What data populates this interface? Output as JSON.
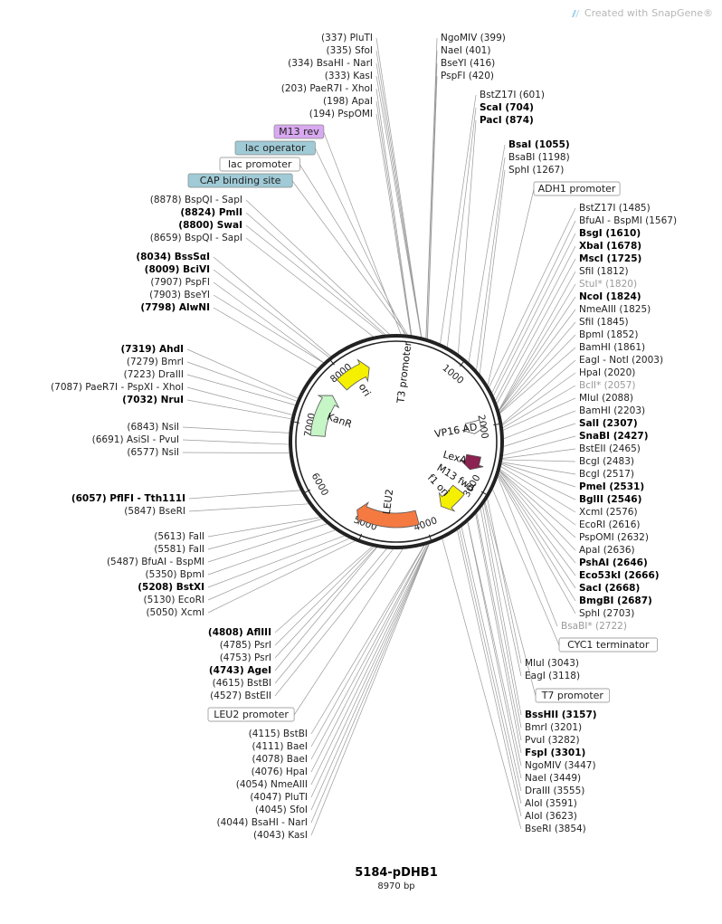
{
  "credit": {
    "prefix": "Created with",
    "brand": "SnapGene®"
  },
  "plasmid": {
    "name": "5184-pDHB1",
    "size": "8970 bp",
    "length": 8970
  },
  "ticks": [
    "1000",
    "2000",
    "3000",
    "4000",
    "5000",
    "6000",
    "7000",
    "8000"
  ],
  "features": [
    {
      "name": "T3 promoter",
      "start": 165,
      "end": 185,
      "type": "line",
      "color": "#ffffff"
    },
    {
      "name": "VP16 AD",
      "start": 1880,
      "end": 2100,
      "type": "arrow",
      "color": "#ffffff"
    },
    {
      "name": "LexA",
      "start": 2500,
      "end": 2760,
      "type": "arrow",
      "color": "#8b2252"
    },
    {
      "name": "M13 fwd",
      "start": 3020,
      "end": 3040,
      "type": "line",
      "color": "#ffffff"
    },
    {
      "name": "f1 ori",
      "start": 3180,
      "end": 3620,
      "type": "arrow",
      "color": "#f5f000"
    },
    {
      "name": "LEU2",
      "start": 4100,
      "end": 5230,
      "type": "arrow",
      "color": "#f47a42"
    },
    {
      "name": "KanR",
      "start": 6830,
      "end": 7620,
      "type": "arrow",
      "color": "#c6f5c6"
    },
    {
      "name": "ori",
      "start": 7880,
      "end": 8470,
      "type": "arrow",
      "color": "#f5f000"
    }
  ],
  "boxed_labels": [
    {
      "text": "M13 rev",
      "color": "#d8a8f0"
    },
    {
      "text": "lac operator",
      "color": "#9fcad6"
    },
    {
      "text": "lac promoter",
      "color": "#ffffff"
    },
    {
      "text": "CAP binding site",
      "color": "#9fcad6"
    },
    {
      "text": "ADH1 promoter",
      "color": "#ffffff"
    },
    {
      "text": "CYC1 terminator",
      "color": "#ffffff"
    },
    {
      "text": "T7 promoter",
      "color": "#ffffff"
    },
    {
      "text": "LEU2 promoter",
      "color": "#ffffff"
    }
  ],
  "sites": {
    "top": [
      {
        "text": "(337)  PluTI",
        "style": "n"
      },
      {
        "text": "(335)  SfoI",
        "style": "n"
      },
      {
        "text": "(334)  BsaHI - NarI",
        "style": "n"
      },
      {
        "text": "(333)  KasI",
        "style": "n"
      },
      {
        "text": "(203)  PaeR7I - XhoI",
        "style": "n"
      },
      {
        "text": "(198)  ApaI",
        "style": "n"
      },
      {
        "text": "(194)  PspOMI",
        "style": "n"
      }
    ],
    "right": [
      {
        "text": "NgoMIV  (399)",
        "style": "n"
      },
      {
        "text": "NaeI  (401)",
        "style": "n"
      },
      {
        "text": "BseYI  (416)",
        "style": "n"
      },
      {
        "text": "PspFI  (420)",
        "style": "n"
      },
      {
        "text": "BstZ17I  (601)",
        "style": "n"
      },
      {
        "text": "ScaI  (704)",
        "style": "b"
      },
      {
        "text": "PacI  (874)",
        "style": "b"
      },
      {
        "text": "BsaI  (1055)",
        "style": "b"
      },
      {
        "text": "BsaBI  (1198)",
        "style": "n"
      },
      {
        "text": "SphI  (1267)",
        "style": "n"
      },
      {
        "text": "BstZ17I  (1485)",
        "style": "n"
      },
      {
        "text": "BfuAI - BspMI  (1567)",
        "style": "n"
      },
      {
        "text": "BsgI  (1610)",
        "style": "b"
      },
      {
        "text": "XbaI  (1678)",
        "style": "b"
      },
      {
        "text": "MscI  (1725)",
        "style": "b"
      },
      {
        "text": "SfiI  (1812)",
        "style": "n"
      },
      {
        "text": "StuI*  (1820)",
        "style": "g"
      },
      {
        "text": "NcoI  (1824)",
        "style": "b"
      },
      {
        "text": "NmeAIII  (1825)",
        "style": "n"
      },
      {
        "text": "SfiI  (1845)",
        "style": "n"
      },
      {
        "text": "BpmI  (1852)",
        "style": "n"
      },
      {
        "text": "BamHI  (1861)",
        "style": "n"
      },
      {
        "text": "EagI - NotI  (2003)",
        "style": "n"
      },
      {
        "text": "HpaI  (2020)",
        "style": "n"
      },
      {
        "text": "BclI*  (2057)",
        "style": "g"
      },
      {
        "text": "MluI  (2088)",
        "style": "n"
      },
      {
        "text": "BamHI  (2203)",
        "style": "n"
      },
      {
        "text": "SalI  (2307)",
        "style": "b"
      },
      {
        "text": "SnaBI  (2427)",
        "style": "b"
      },
      {
        "text": "BstEII  (2465)",
        "style": "n"
      },
      {
        "text": "BcgI  (2483)",
        "style": "n"
      },
      {
        "text": "BcgI  (2517)",
        "style": "n"
      },
      {
        "text": "PmeI  (2531)",
        "style": "b"
      },
      {
        "text": "BglII  (2546)",
        "style": "b"
      },
      {
        "text": "XcmI  (2576)",
        "style": "n"
      },
      {
        "text": "EcoRI  (2616)",
        "style": "n"
      },
      {
        "text": "PspOMI  (2632)",
        "style": "n"
      },
      {
        "text": "ApaI  (2636)",
        "style": "n"
      },
      {
        "text": "PshAI  (2646)",
        "style": "b"
      },
      {
        "text": "Eco53kI  (2666)",
        "style": "b"
      },
      {
        "text": "SacI  (2668)",
        "style": "b"
      },
      {
        "text": "BmgBI  (2687)",
        "style": "b"
      },
      {
        "text": "SphI  (2703)",
        "style": "n"
      },
      {
        "text": "BsaBI*  (2722)",
        "style": "g"
      },
      {
        "text": "MluI  (3043)",
        "style": "n"
      },
      {
        "text": "EagI  (3118)",
        "style": "n"
      },
      {
        "text": "BssHII  (3157)",
        "style": "b"
      },
      {
        "text": "BmrI  (3201)",
        "style": "n"
      },
      {
        "text": "PvuI  (3282)",
        "style": "n"
      },
      {
        "text": "FspI  (3301)",
        "style": "b"
      },
      {
        "text": "NgoMIV  (3447)",
        "style": "n"
      },
      {
        "text": "NaeI  (3449)",
        "style": "n"
      },
      {
        "text": "DraIII  (3555)",
        "style": "n"
      },
      {
        "text": "AloI  (3591)",
        "style": "n"
      },
      {
        "text": "AloI  (3623)",
        "style": "n"
      },
      {
        "text": "BseRI  (3854)",
        "style": "n"
      }
    ],
    "left": [
      {
        "text": "(8878)  BspQI - SapI",
        "style": "n"
      },
      {
        "text": "(8824)  PmlI",
        "style": "b"
      },
      {
        "text": "(8800)  SwaI",
        "style": "b"
      },
      {
        "text": "(8659)  BspQI - SapI",
        "style": "n"
      },
      {
        "text": "(8034)  BssSαI",
        "style": "b"
      },
      {
        "text": "(8009)  BciVI",
        "style": "b"
      },
      {
        "text": "(7907)  PspFI",
        "style": "n"
      },
      {
        "text": "(7903)  BseYI",
        "style": "n"
      },
      {
        "text": "(7798)  AlwNI",
        "style": "b"
      },
      {
        "text": "(7319)  AhdI",
        "style": "b"
      },
      {
        "text": "(7279)  BmrI",
        "style": "n"
      },
      {
        "text": "(7223)  DraIII",
        "style": "n"
      },
      {
        "text": "(7087)  PaeR7I - PspXI - XhoI",
        "style": "n"
      },
      {
        "text": "(7032)  NruI",
        "style": "b"
      },
      {
        "text": "(6843)  NsiI",
        "style": "n"
      },
      {
        "text": "(6691)  AsiSI - PvuI",
        "style": "n"
      },
      {
        "text": "(6577)  NsiI",
        "style": "n"
      },
      {
        "text": "(6057)  PflFI - Tth111I",
        "style": "b"
      },
      {
        "text": "(5847)  BseRI",
        "style": "n"
      },
      {
        "text": "(5613)  FalI",
        "style": "n"
      },
      {
        "text": "(5581)  FalI",
        "style": "n"
      },
      {
        "text": "(5487)  BfuAI - BspMI",
        "style": "n"
      },
      {
        "text": "(5350)  BpmI",
        "style": "n"
      },
      {
        "text": "(5208)  BstXI",
        "style": "b"
      },
      {
        "text": "(5130)  EcoRI",
        "style": "n"
      },
      {
        "text": "(5050)  XcmI",
        "style": "n"
      },
      {
        "text": "(4808)  AflIII",
        "style": "b"
      },
      {
        "text": "(4785)  PsrI",
        "style": "n"
      },
      {
        "text": "(4753)  PsrI",
        "style": "n"
      },
      {
        "text": "(4743)  AgeI",
        "style": "b"
      },
      {
        "text": "(4615)  BstBI",
        "style": "n"
      },
      {
        "text": "(4527)  BstEII",
        "style": "n"
      },
      {
        "text": "(4115)  BstBI",
        "style": "n"
      },
      {
        "text": "(4111)  BaeI",
        "style": "n"
      },
      {
        "text": "(4078)  BaeI",
        "style": "n"
      },
      {
        "text": "(4076)  HpaI",
        "style": "n"
      },
      {
        "text": "(4054)  NmeAIII",
        "style": "n"
      },
      {
        "text": "(4047)  PluTI",
        "style": "n"
      },
      {
        "text": "(4045)  SfoI",
        "style": "n"
      },
      {
        "text": "(4044)  BsaHI - NarI",
        "style": "n"
      },
      {
        "text": "(4043)  KasI",
        "style": "n"
      }
    ]
  }
}
